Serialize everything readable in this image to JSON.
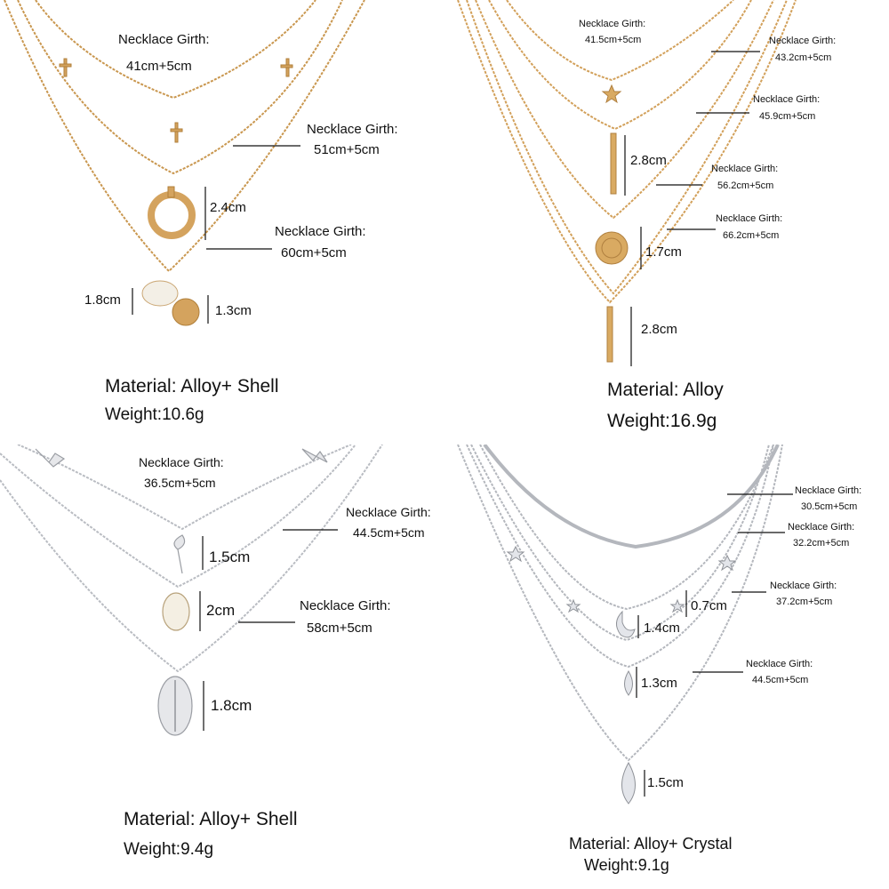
{
  "panels": [
    {
      "girth_label": "Necklace Girth:",
      "girths": [
        "41cm+5cm",
        "51cm+5cm",
        "60cm+5cm"
      ],
      "dims": [
        "2.4cm",
        "1.8cm",
        "1.3cm"
      ],
      "material": "Material: Alloy+ Shell",
      "weight": "Weight:10.6g",
      "metal_color": "#c9974f"
    },
    {
      "girth_label": "Necklace Girth:",
      "girths": [
        "41.5cm+5cm",
        "43.2cm+5cm",
        "45.9cm+5cm",
        "56.2cm+5cm",
        "66.2cm+5cm"
      ],
      "dims": [
        "2.8cm",
        "1.7cm",
        "2.8cm"
      ],
      "material": "Material: Alloy",
      "weight": "Weight:16.9g",
      "metal_color": "#d2a05a"
    },
    {
      "girth_label": "Necklace Girth:",
      "girths": [
        "36.5cm+5cm",
        "44.5cm+5cm",
        "58cm+5cm"
      ],
      "dims": [
        "1.5cm",
        "2cm",
        "1.8cm"
      ],
      "material": "Material: Alloy+ Shell",
      "weight": "Weight:9.4g",
      "metal_color": "#b9bcc2"
    },
    {
      "girth_label": "Necklace Girth:",
      "girths": [
        "30.5cm+5cm",
        "32.2cm+5cm",
        "37.2cm+5cm",
        "44.5cm+5cm"
      ],
      "dims": [
        "0.7cm",
        "1.4cm",
        "1.3cm",
        "1.5cm"
      ],
      "material": "Material:  Alloy+ Crystal",
      "weight": "Weight:9.1g",
      "metal_color": "#b4b7bd"
    }
  ]
}
